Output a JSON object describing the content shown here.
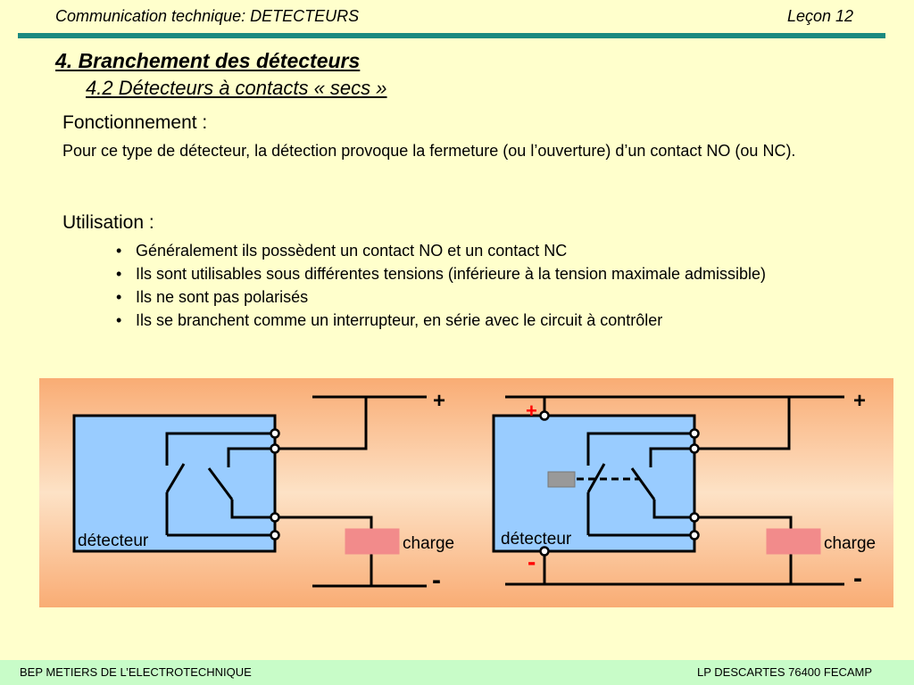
{
  "header": {
    "left": "Communication technique: DETECTEURS",
    "right": "Leçon 12"
  },
  "section": {
    "title": "4. Branchement des détecteurs",
    "subtitle": "4.2 Détecteurs à contacts « secs »"
  },
  "fonctionnement": {
    "heading": "Fonctionnement :",
    "text": "Pour ce type de détecteur, la détection provoque la fermeture (ou l’ouverture) d’un contact NO (ou NC)."
  },
  "utilisation": {
    "heading": "Utilisation :",
    "items": [
      "Généralement ils possèdent un contact NO et un contact NC",
      "Ils sont utilisables sous différentes tensions (inférieure à la tension maximale admissible)",
      "Ils ne sont pas polarisés",
      "Ils se branchent comme un interrupteur, en série avec le circuit à contrôler"
    ]
  },
  "diagram": {
    "left": {
      "detector_label": "détecteur",
      "load_label": "charge",
      "plus": "+",
      "minus": "-"
    },
    "right": {
      "detector_label": "détecteur",
      "load_label": "charge",
      "plus": "+",
      "minus": "-",
      "supply_plus": "+",
      "supply_minus": "-"
    },
    "colors": {
      "detector_fill": "#99ccff",
      "load_fill": "#f28b8b",
      "coil_fill": "#999999",
      "supply_sign": "#ff0000"
    }
  },
  "footer": {
    "left": "BEP METIERS DE L’ELECTROTECHNIQUE",
    "right": "LP DESCARTES 76400 FECAMP"
  }
}
